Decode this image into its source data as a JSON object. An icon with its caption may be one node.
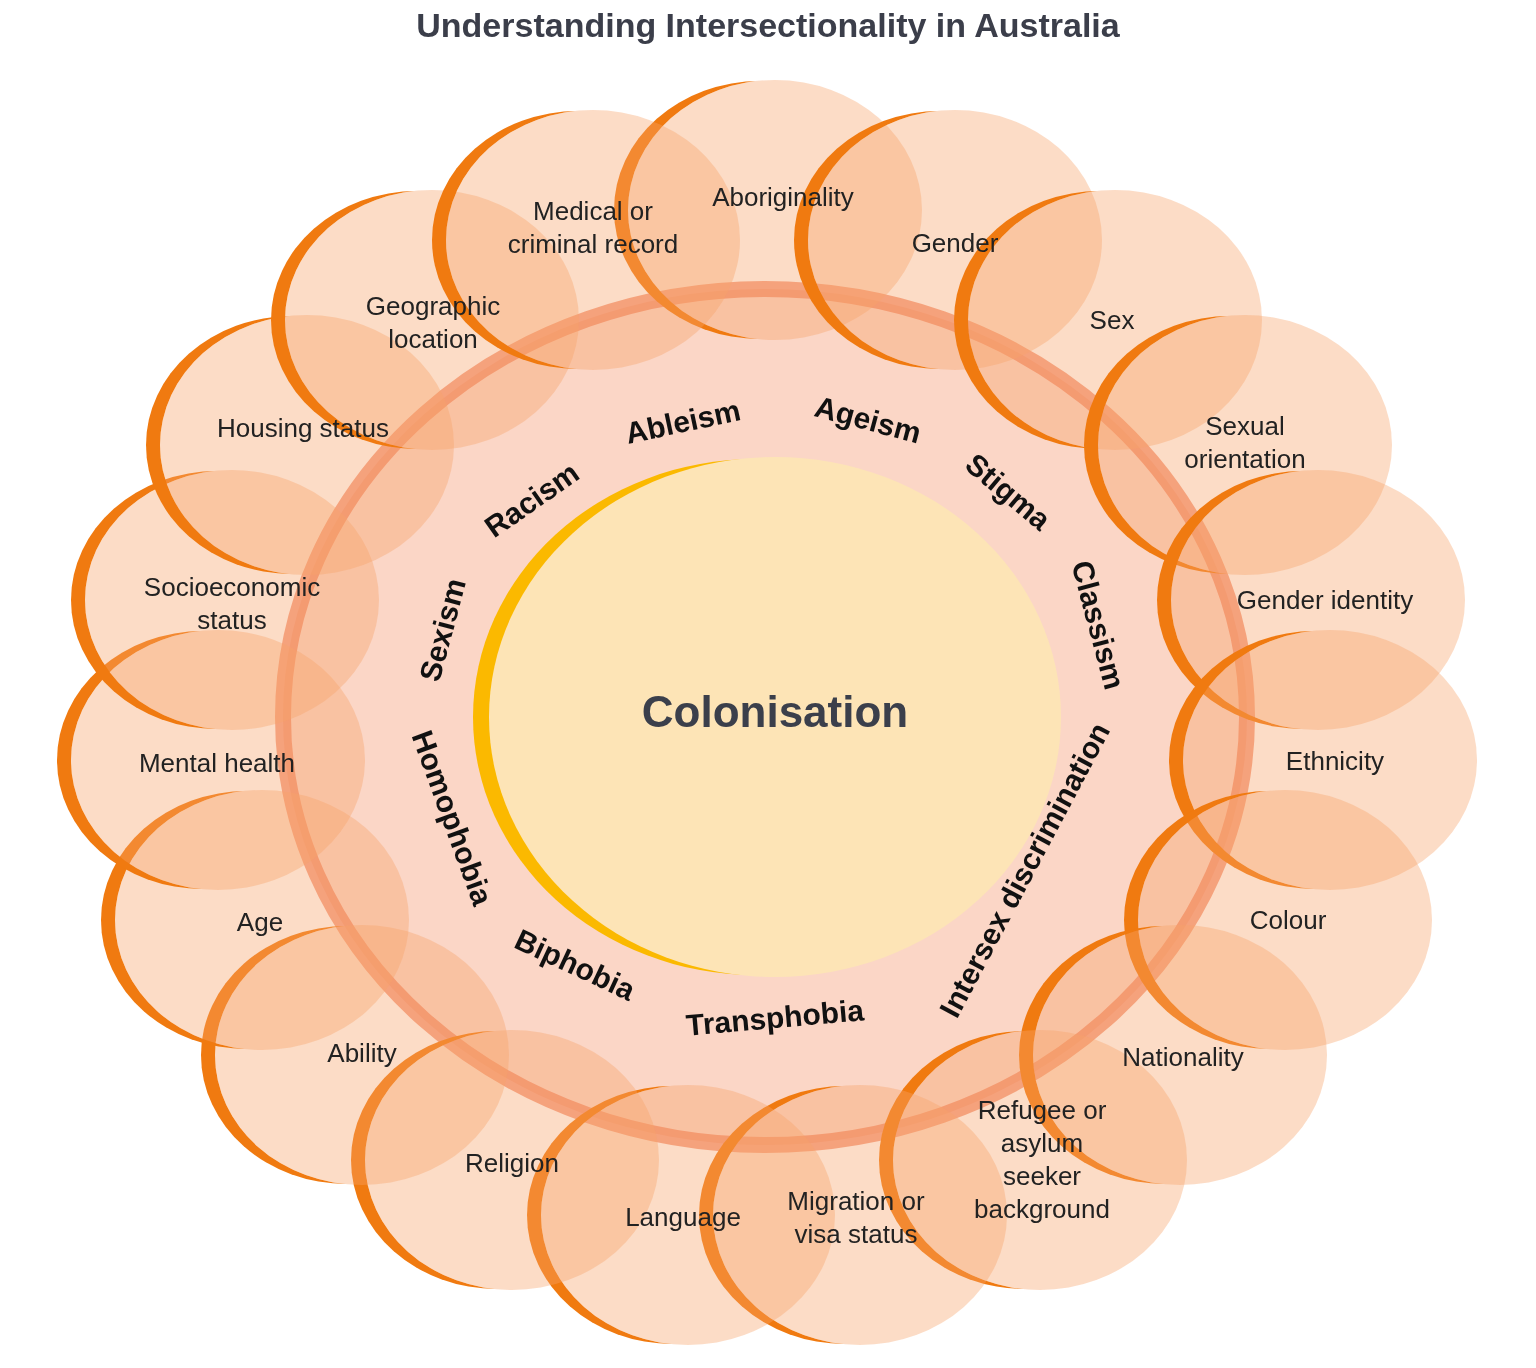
{
  "diagram": {
    "title": "Understanding Intersectionality in Australia",
    "nodes": [
      {
        "text": [
          "Racism",
          "Ableism",
          "Ageism",
          "Stigma",
          "Classism",
          "Intersex discrimination",
          "Transphobia",
          "Biphobia",
          "Homophobia",
          "Sexism"
        ]
      },
      {
        "text": [
          "Colonisation"
        ],
        "in": 0
      },
      {
        "text": [
          "Aboriginality"
        ]
      },
      {
        "text": [
          "Gender"
        ]
      },
      {
        "text": [
          "Sex"
        ]
      },
      {
        "text": [
          "Sexual orientation"
        ]
      },
      {
        "text": [
          "Gender identity"
        ]
      },
      {
        "text": [
          "Ethnicity"
        ]
      },
      {
        "text": [
          "Colour"
        ]
      },
      {
        "text": [
          "Nationality"
        ]
      },
      {
        "text": [
          "Refugee or asylum seeker background"
        ]
      },
      {
        "text": [
          "Migration or visa status"
        ]
      },
      {
        "text": [
          "Language"
        ]
      },
      {
        "text": [
          "Religion"
        ]
      },
      {
        "text": [
          "Ability"
        ]
      },
      {
        "text": [
          "Age"
        ]
      },
      {
        "text": [
          "Mental health"
        ]
      },
      {
        "text": [
          "Socioeconomic status"
        ]
      },
      {
        "text": [
          "Housing status"
        ]
      },
      {
        "text": [
          "Geographic location"
        ]
      },
      {
        "text": [
          "Medical or criminal record"
        ]
      }
    ]
  }
}
